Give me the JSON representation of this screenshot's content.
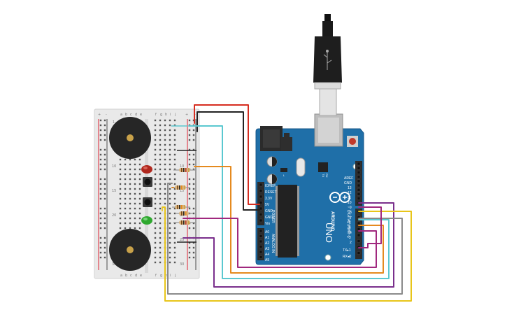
{
  "board": {
    "brand": "ARDUINO",
    "model": "UNO",
    "power_label": "POWER",
    "analog_label": "ANALOG IN",
    "digital_label": "DIGITAL (PWM~)",
    "power_pins": [
      "IOREF",
      "RESET",
      "3.3V",
      "5V",
      "GND",
      "GND",
      "Vin"
    ],
    "analog_pins": [
      "A0",
      "A1",
      "A2",
      "A3",
      "A4",
      "A5"
    ],
    "digital_pins_top": [
      "AREF",
      "GND",
      "13",
      "12",
      "~11",
      "~10",
      "~9",
      "8"
    ],
    "digital_pins_bottom": [
      "7",
      "~6",
      "~5",
      "4",
      "~3",
      "2",
      "TX▸1",
      "RX◂0"
    ],
    "tx_rx_leds": [
      "TX",
      "RX"
    ],
    "led_label": "L",
    "colors": {
      "board": "#1f6fa8",
      "header": "#2c2c2c",
      "chip": "#222222"
    }
  },
  "breadboard": {
    "column_letters_left": [
      "a",
      "b",
      "c",
      "d",
      "e"
    ],
    "column_letters_right": [
      "f",
      "g",
      "h",
      "i",
      "j"
    ],
    "row_numbers": [
      "1",
      "5",
      "10",
      "15",
      "20",
      "25",
      "30"
    ],
    "rail_plus": "+",
    "rail_minus": "-"
  },
  "components": {
    "buzzer_top": "buzzer",
    "buzzer_bottom": "buzzer",
    "led_red": "#c0392b",
    "led_green": "#2ea82e",
    "pushbuttons": 2,
    "resistors": 5
  },
  "wire_colors": {
    "red": "#d62d20",
    "black": "#222222",
    "cyan": "#5bc8d0",
    "orange": "#e58a1f",
    "magenta": "#a0287e",
    "purple": "#7a2f8c",
    "gray": "#8a8a8a",
    "yellow": "#e8c51a",
    "darkorange": "#d9821f"
  },
  "usb_icon": "usb-connector-icon"
}
